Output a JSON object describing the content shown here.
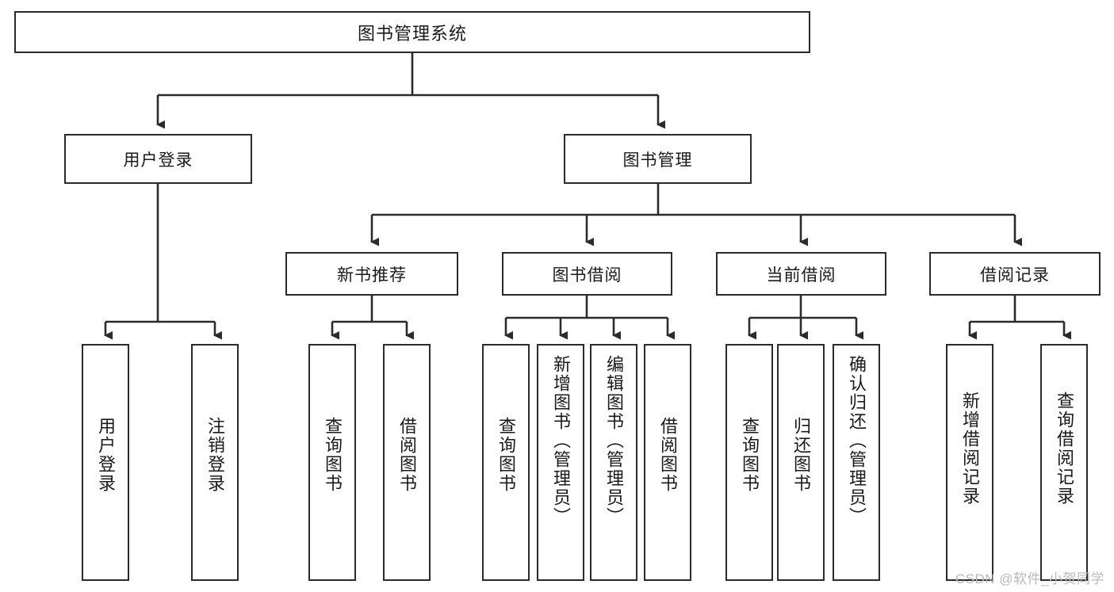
{
  "diagram": {
    "type": "tree-hierarchy",
    "title": "图书管理系统",
    "orientation": "top-down",
    "edge_style": "orthogonal-arrow",
    "colors": {
      "box_border": "#2b2b2b",
      "box_fill": "#ffffff",
      "line": "#2b2b2b",
      "text": "#1a1a1a",
      "watermark": "#b9b9b9",
      "background": "#ffffff"
    },
    "root": {
      "label": "图书管理系统"
    },
    "level2": [
      {
        "label": "用户登录"
      },
      {
        "label": "图书管理"
      }
    ],
    "level3": [
      {
        "label": "新书推荐"
      },
      {
        "label": "图书借阅"
      },
      {
        "label": "当前借阅"
      },
      {
        "label": "借阅记录"
      }
    ],
    "leaves": {
      "user_login": [
        {
          "label": "用户登录"
        },
        {
          "label": "注销登录"
        }
      ],
      "new_book_recommend": [
        {
          "label": "查询图书"
        },
        {
          "label": "借阅图书"
        }
      ],
      "book_borrow": [
        {
          "label": "查询图书"
        },
        {
          "label": "新增图书（管理员）"
        },
        {
          "label": "编辑图书（管理员）"
        },
        {
          "label": "借阅图书"
        }
      ],
      "current_borrow": [
        {
          "label": "查询图书"
        },
        {
          "label": "归还图书"
        },
        {
          "label": "确认归还（管理员）"
        }
      ],
      "borrow_records": [
        {
          "label": "新增借阅记录"
        },
        {
          "label": "查询借阅记录"
        }
      ]
    }
  },
  "watermark": {
    "text": "CSDN @软件_小贺同学"
  }
}
